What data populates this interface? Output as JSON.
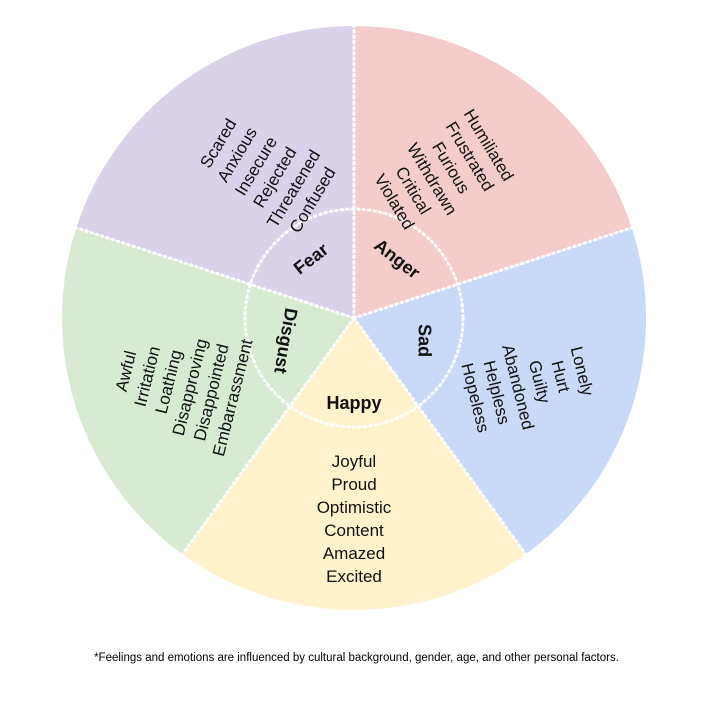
{
  "segments": [
    {
      "key": "anger",
      "label": "Anger",
      "color": "#f4cccc",
      "words": [
        "Humiliated",
        "Frustrated",
        "Furious",
        "Withdrawn",
        "Critical",
        "Violated"
      ]
    },
    {
      "key": "sad",
      "label": "Sad",
      "color": "#c9daf8",
      "words": [
        "Lonely",
        "Hurt",
        "Guilty",
        "Abandoned",
        "Helpless",
        "Hopeless"
      ]
    },
    {
      "key": "happy",
      "label": "Happy",
      "color": "#fff2cc",
      "words": [
        "Joyful",
        "Proud",
        "Optimistic",
        "Content",
        "Amazed",
        "Excited"
      ]
    },
    {
      "key": "disgust",
      "label": "Disgust",
      "color": "#d9ead3",
      "words": [
        "Awful",
        "Irritation",
        "Loathing",
        "Disapproving",
        "Disappointed",
        "Embarrassment"
      ]
    },
    {
      "key": "fear",
      "label": "Fear",
      "color": "#d9d2e9",
      "words": [
        "Scared",
        "Anxious",
        "Insecure",
        "Rejected",
        "Threatened",
        "Confused"
      ]
    }
  ],
  "footnote": "*Feelings and emotions are influenced by cultural background, gender, age, and other personal factors."
}
